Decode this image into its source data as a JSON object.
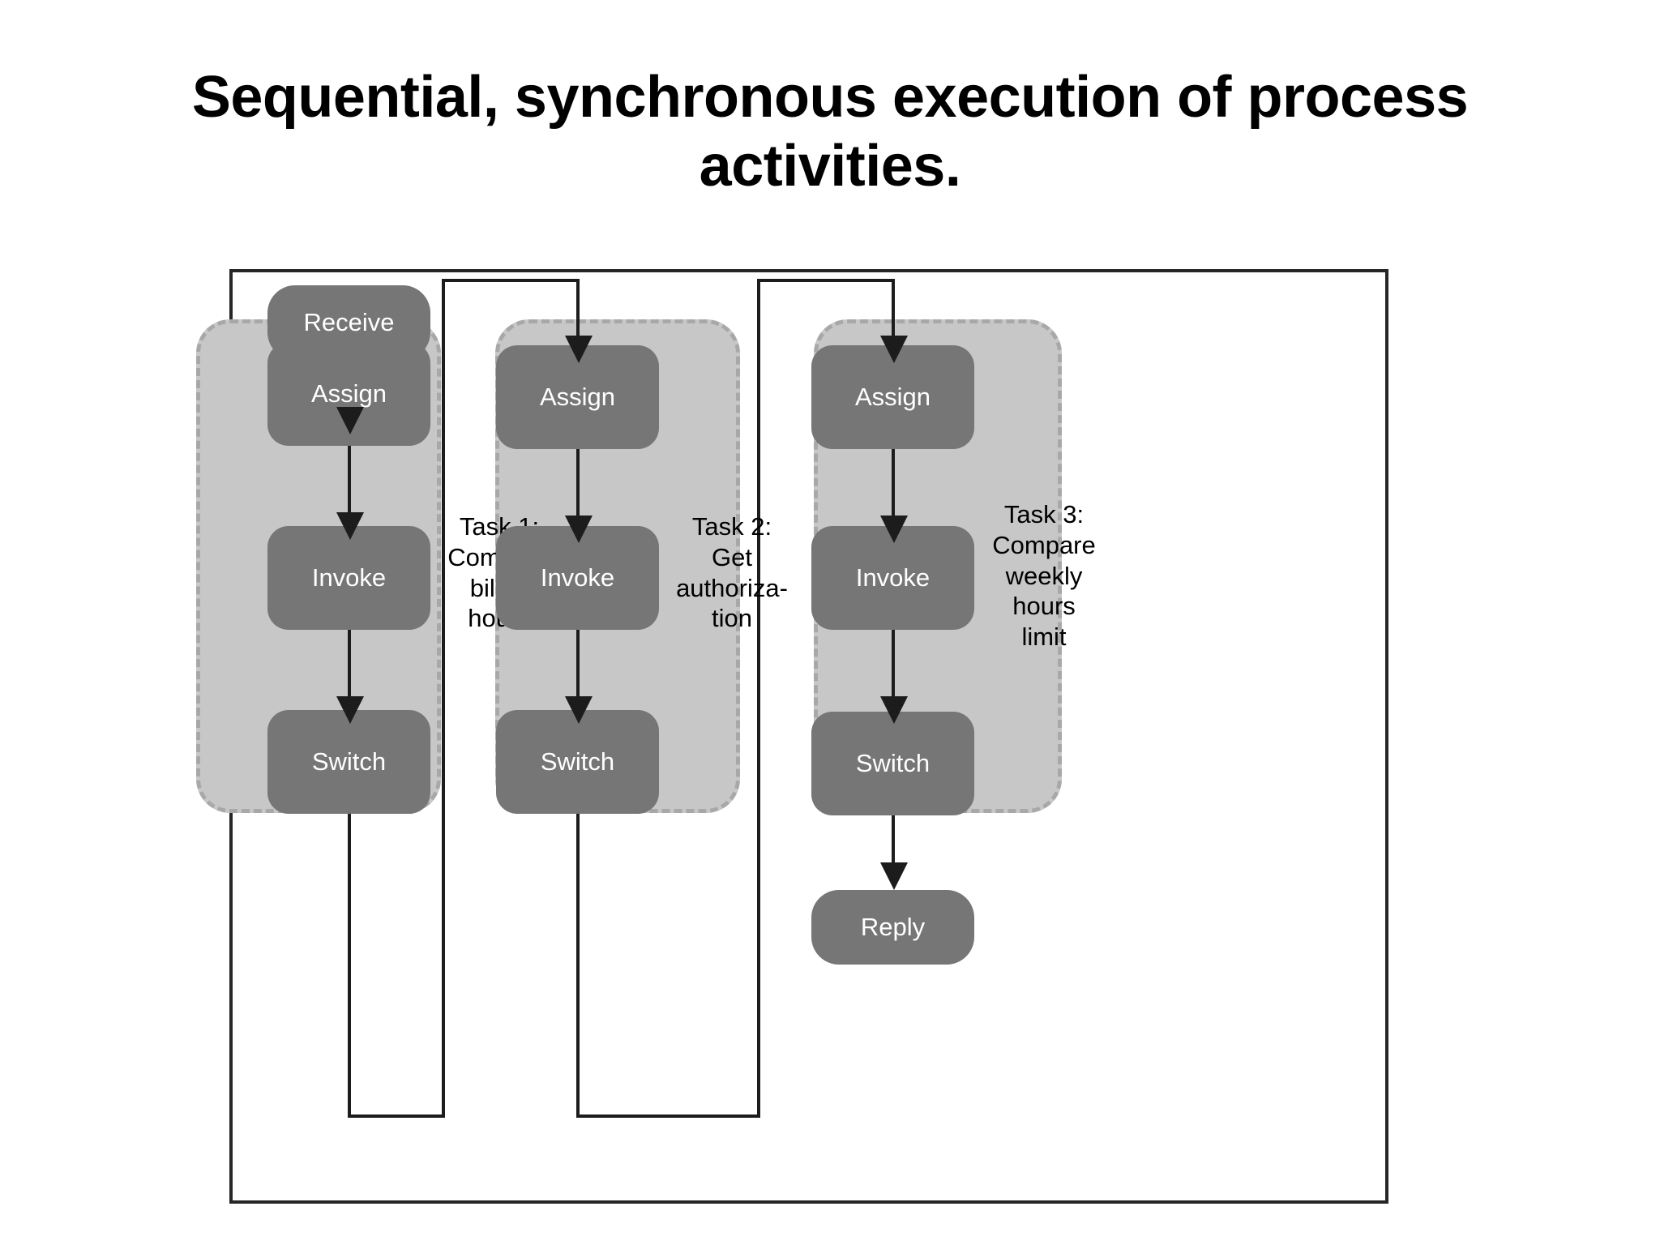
{
  "slide": {
    "title": "Sequential, synchronous execution of process activities."
  },
  "diagram": {
    "entry_activity": {
      "label": "Receive"
    },
    "exit_activity": {
      "label": "Reply"
    },
    "tasks": [
      {
        "id": "task-1",
        "caption": "Task 1:\nCompare\nbilled\nhours",
        "activities": [
          {
            "label": "Assign"
          },
          {
            "label": "Invoke"
          },
          {
            "label": "Switch"
          }
        ]
      },
      {
        "id": "task-2",
        "caption": "Task 2:\nGet\nauthoriza-\ntion",
        "activities": [
          {
            "label": "Assign"
          },
          {
            "label": "Invoke"
          },
          {
            "label": "Switch"
          }
        ]
      },
      {
        "id": "task-3",
        "caption": "Task 3:\nCompare\nweekly\nhours\nlimit",
        "activities": [
          {
            "label": "Assign"
          },
          {
            "label": "Invoke"
          },
          {
            "label": "Switch"
          }
        ]
      }
    ],
    "colors": {
      "activity_fill": "#767676",
      "activity_text": "#ffffff",
      "scope_fill": "#c7c7c7",
      "scope_border": "#a8a8a8",
      "connector": "#1c1c1c",
      "frame_border": "#262626",
      "background": "#ffffff"
    }
  }
}
